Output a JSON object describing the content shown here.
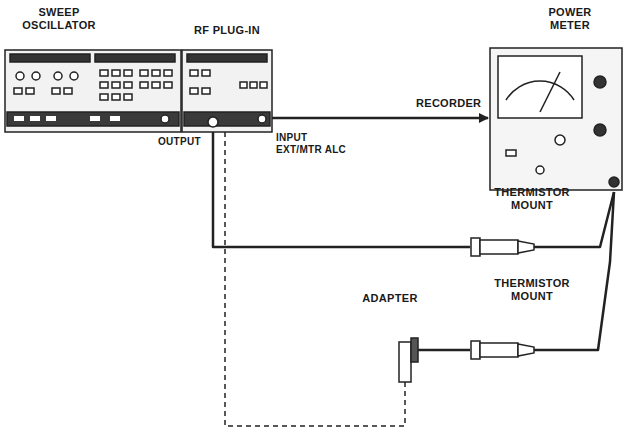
{
  "diagram": {
    "nodes": [
      {
        "text": [
          "SWEEP OSCILLATOR"
        ]
      },
      {
        "text": [
          "RF PLUG-IN"
        ]
      },
      {
        "text": [
          "POWER METER"
        ]
      },
      {
        "text": [
          "THERMISTOR MOUNT"
        ]
      },
      {
        "text": [
          "ADAPTER"
        ]
      },
      {
        "text": [
          "THERMISTOR MOUNT"
        ]
      }
    ],
    "edges": [
      {
        "from": 1,
        "to": 3,
        "arrow": "none"
      },
      {
        "from": 3,
        "to": 2,
        "arrow": "none"
      },
      {
        "from": 4,
        "to": 5,
        "arrow": "none"
      },
      {
        "from": 5,
        "to": 2,
        "arrow": "none"
      },
      {
        "from": 1,
        "to": 2,
        "label": "RECORDER",
        "arrow": "to"
      },
      {
        "from": 1,
        "to": 4,
        "arrow": "none"
      }
    ],
    "labels": [
      "OUTPUT",
      "INPUT EXT/MTR ALC"
    ]
  }
}
